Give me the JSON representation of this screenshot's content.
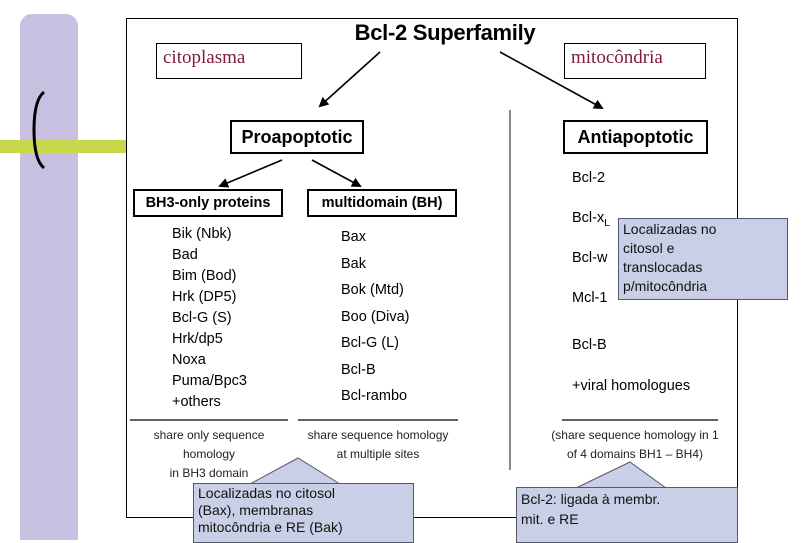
{
  "diagram": {
    "title": "Bcl-2 Superfamily",
    "proapoptotic": "Proapoptotic",
    "antiapoptotic": "Antiapoptotic",
    "bh3_only_header": "BH3-only proteins",
    "multidomain_header": "multidomain (BH)",
    "bh3_only_items": [
      "Bik (Nbk)",
      "Bad",
      "Bim (Bod)",
      "Hrk (DP5)",
      "Bcl-G (S)",
      "Hrk/dp5",
      "Noxa",
      "Puma/Bpc3",
      "+others"
    ],
    "multidomain_items": [
      "Bax",
      "Bak",
      "Bok (Mtd)",
      "Boo (Diva)",
      "Bcl-G (L)",
      "Bcl-B",
      "Bcl-rambo"
    ],
    "anti_items": [
      "Bcl-2",
      "Bcl-x",
      "Bcl-w",
      "Mcl-1",
      "Bcl-B",
      "+viral homologues"
    ],
    "bclx_subscript": "L",
    "note_bh3_only": [
      "share only sequence",
      "homology",
      "in BH3 domain"
    ],
    "note_multidomain": [
      "share sequence homology",
      "at multiple sites"
    ],
    "note_anti": [
      "(share sequence homology in 1",
      "of 4 domains BH1 – BH4)"
    ]
  },
  "labels": {
    "citoplasma": "citoplasma",
    "mitocondria": "mitocôndria"
  },
  "callouts": {
    "localizadas_citosol_translocadas": [
      "Localizadas no",
      "citosol e",
      "translocadas",
      "p/mitocôndria"
    ],
    "localizadas_bax_bak": [
      "Localizadas no citosol",
      "(Bax), membranas",
      "mitocôndria e RE (Bak)"
    ],
    "bcl2_ligada": [
      "Bcl-2: ligada à membr.",
      "mit. e RE"
    ]
  },
  "colors": {
    "slide_bar": "#c8c0e0",
    "slide_accent": "#c8d64a",
    "callout_fill": "#c9cfe6",
    "label_text": "#7b1c3a"
  }
}
